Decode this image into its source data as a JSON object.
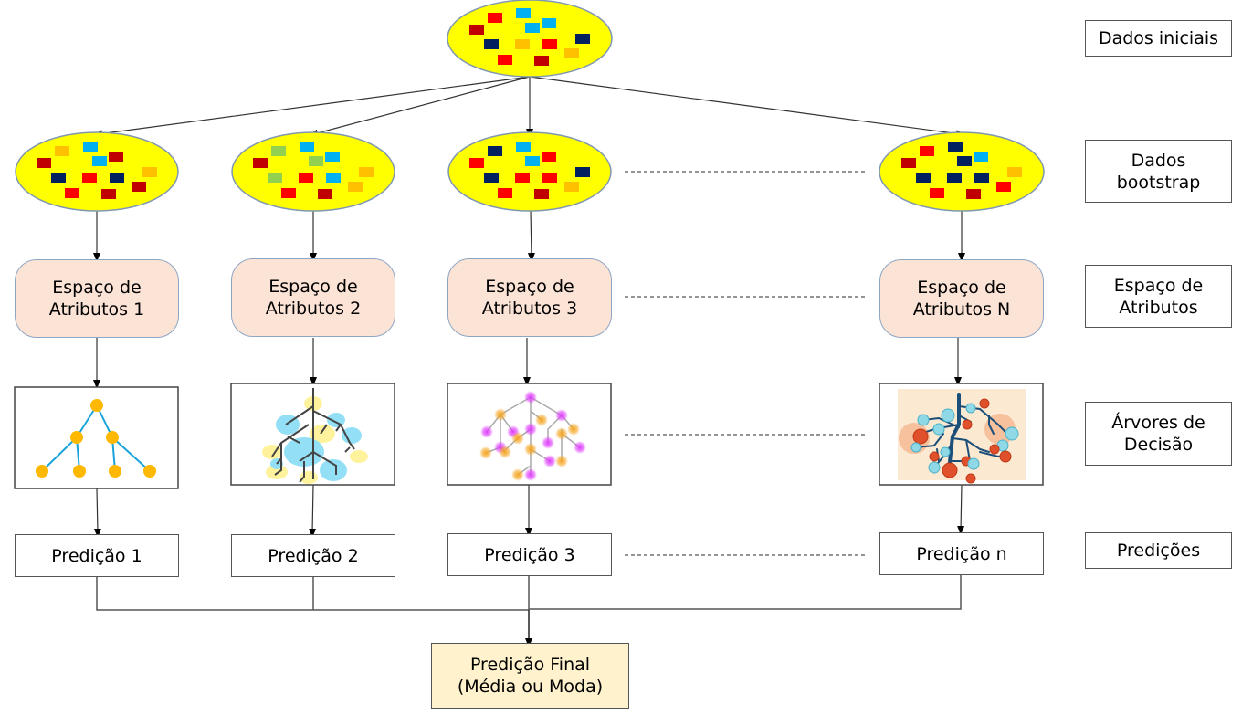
{
  "legend": {
    "initial": "Dados iniciais",
    "bootstrap": "Dados\nbootstrap",
    "features": "Espaço de\nAtributos",
    "trees": "Árvores de\nDecisão",
    "predictions": "Predições"
  },
  "columns": [
    {
      "feature_space": "Espaço de\nAtributos 1",
      "prediction": "Predição 1"
    },
    {
      "feature_space": "Espaço de\nAtributos 2",
      "prediction": "Predição 2"
    },
    {
      "feature_space": "Espaço de\nAtributos 3",
      "prediction": "Predição 3"
    },
    {
      "feature_space": "Espaço de\nAtributos N",
      "prediction": "Predição n"
    }
  ],
  "final_prediction": "Predição Final\n(Média ou Moda)",
  "colors": {
    "ellipse_fill": "#ffff00",
    "ellipse_stroke": "#7f97b0",
    "attr_fill": "#fbe3d6",
    "final_fill": "#fff2cc",
    "red": "#ff0000",
    "dark_red": "#c00000",
    "orange": "#ffc000",
    "light_blue": "#00b0f0",
    "navy": "#002060",
    "green": "#92d050"
  },
  "datasets": {
    "initial": [
      "red",
      "light_blue",
      "dark_red",
      "light_blue",
      "light_blue",
      "navy",
      "navy",
      "orange",
      "red",
      "red",
      "dark_red",
      "orange"
    ],
    "bootstrap_1": [
      "orange",
      "light_blue",
      "dark_red",
      "light_blue",
      "dark_red",
      "navy",
      "orange",
      "red",
      "navy",
      "red",
      "dark_red",
      "dark_red"
    ],
    "bootstrap_2": [
      "green",
      "light_blue",
      "dark_red",
      "green",
      "light_blue",
      "green",
      "orange",
      "red",
      "light_blue",
      "red",
      "dark_red",
      "orange"
    ],
    "bootstrap_3": [
      "navy",
      "light_blue",
      "red",
      "light_blue",
      "red",
      "navy",
      "navy",
      "red",
      "red",
      "red",
      "dark_red",
      "orange"
    ],
    "bootstrap_n": [
      "red",
      "navy",
      "dark_red",
      "navy",
      "light_blue",
      "navy",
      "orange",
      "navy",
      "navy",
      "red",
      "dark_red",
      "red"
    ]
  }
}
